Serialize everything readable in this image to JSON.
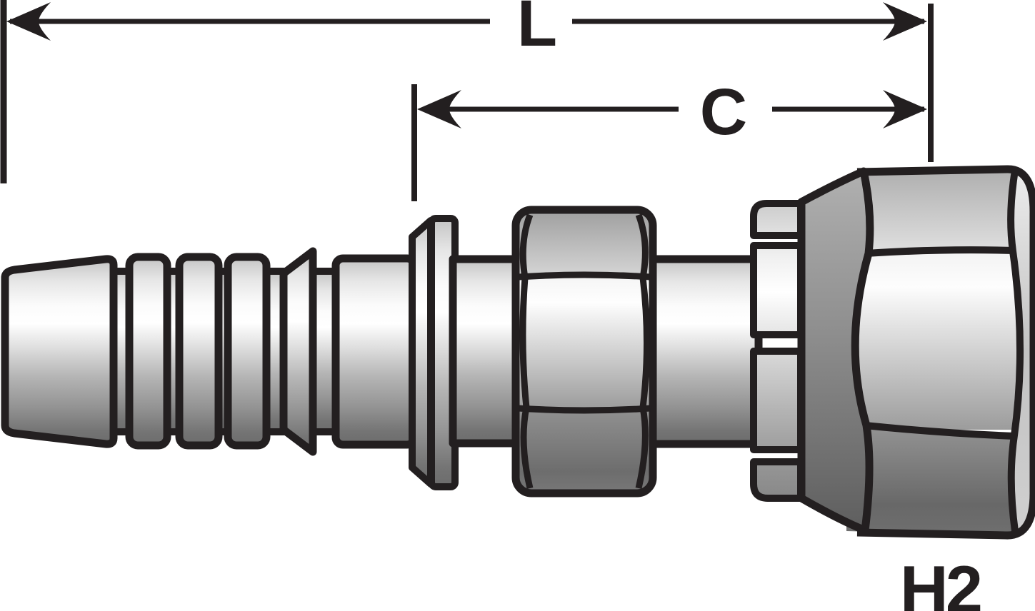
{
  "diagram": {
    "title": "hose-fitting-technical-drawing",
    "dimension_l_label": "L",
    "dimension_c_label": "C",
    "part_label": "H2",
    "colors": {
      "line": "#231f20",
      "background": "#ffffff",
      "metal_highlight": "#ffffff",
      "metal_mid": "#b6b6b6",
      "metal_dark": "#5e5e5e"
    }
  }
}
